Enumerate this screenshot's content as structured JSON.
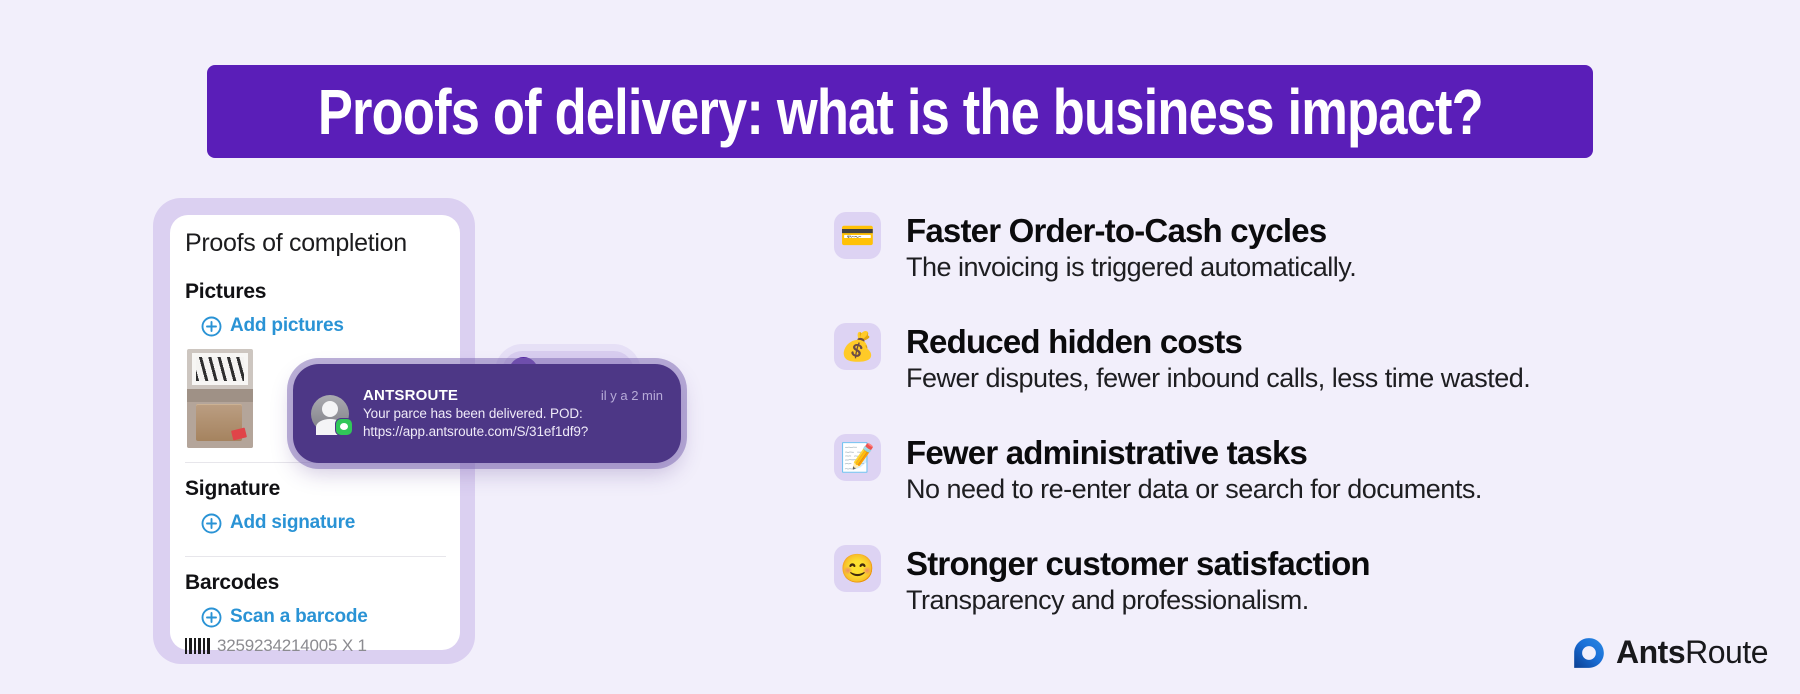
{
  "page": {
    "background": "#F2EFFB"
  },
  "banner": {
    "title": "Proofs of delivery: what is the business impact?",
    "bg_color": "#5A1EB8",
    "text_color": "#FFFFFF"
  },
  "phone_card": {
    "title": "Proofs of completion",
    "link_color": "#2A93D5",
    "sections": {
      "pictures": {
        "label": "Pictures",
        "action_label": "Add pictures"
      },
      "signature": {
        "label": "Signature",
        "action_label": "Add signature"
      },
      "barcodes": {
        "label": "Barcodes",
        "action_label": "Scan a barcode",
        "barcode_value": "3259234214005 X 1"
      }
    }
  },
  "notification": {
    "app_name": "ANTSROUTE",
    "time": "il y a 2 min",
    "message_line1": "Your parce has been delivered. POD:",
    "message_line2": "https://app.antsroute.com/S/31ef1df9?",
    "bg_color": "#4D3786",
    "badge_color": "#31C759",
    "icons": {
      "bell": "bell-icon",
      "avatar": "person-avatar",
      "badge": "message-badge"
    }
  },
  "benefits": [
    {
      "emoji": "💳",
      "title": "Faster Order-to-Cash cycles",
      "description": "The invoicing is triggered automatically."
    },
    {
      "emoji": "💰",
      "title": "Reduced hidden costs",
      "description": "Fewer disputes, fewer inbound calls, less time wasted."
    },
    {
      "emoji": "📝",
      "title": "Fewer administrative tasks",
      "description": "No need to re-enter data or search for documents."
    },
    {
      "emoji": "😊",
      "title": "Stronger customer satisfaction",
      "description": "Transparency and professionalism."
    }
  ],
  "logo": {
    "bold_part": "Ants",
    "regular_part": "Route",
    "icon_color": "#1A6FD8"
  }
}
